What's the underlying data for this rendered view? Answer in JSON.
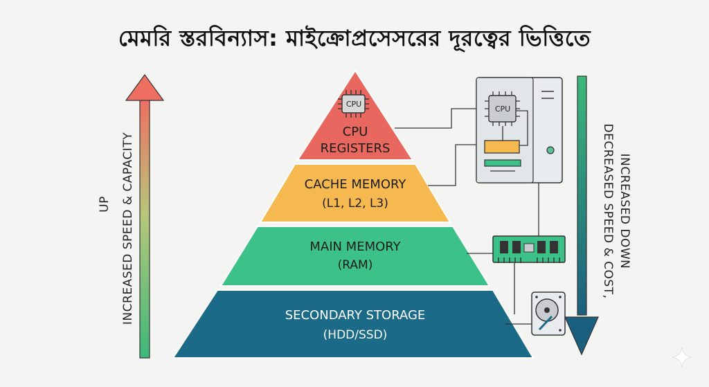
{
  "title": "মেমরি স্তরবিন্যাস: মাইক্রোপ্রসেসরের দূরত্বের ভিত্তিতে",
  "levels": [
    {
      "line1": "CPU",
      "line2": "REGISTERS",
      "color": "#e8685f"
    },
    {
      "line1": "CACHE MEMORY",
      "line2": "(L1, L2, L3)",
      "color": "#f6b94f"
    },
    {
      "line1": "MAIN MEMORY",
      "line2": "(RAM)",
      "color": "#3cc289"
    },
    {
      "line1": "SECONDARY STORAGE",
      "line2": "(HDD/SSD)",
      "color": "#1b6a87"
    }
  ],
  "left_arrow": {
    "line1": "UP",
    "line2": "INCREASED SPEED & CAPACITY"
  },
  "right_arrow": {
    "line1": "DECREASED SPEED & COST,",
    "line2": "INCREASED DOWN"
  },
  "chip_label": "CPU",
  "tower_chip_label": "CPU",
  "icons": [
    "cpu-chip-icon",
    "computer-tower-icon",
    "ram-module-icon",
    "hard-drive-icon",
    "sparkle-icon"
  ]
}
